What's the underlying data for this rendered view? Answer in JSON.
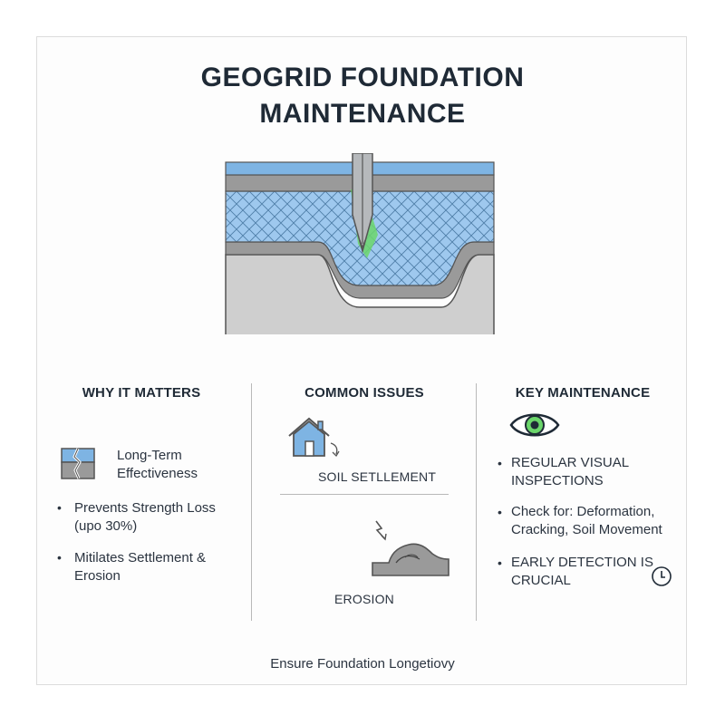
{
  "title_line1": "GEOGRID FOUNDATION",
  "title_line2": "MAINTENANCE",
  "colors": {
    "water_blue": "#7eb4e3",
    "grid_blue": "#9ec8ee",
    "soil_gray": "#9a9a9a",
    "base_gray": "#cfcfcf",
    "accent_green": "#6bd66b",
    "dark_navy": "#1f2a36"
  },
  "why": {
    "heading": "WHY IT MATTERS",
    "item1_line1": "Long-Term",
    "item1_line2": "Effectiveness",
    "item2_line1": "Prevents Strength Loss",
    "item2_line2": "(upo 30%)",
    "item3_line1": "Mitilates Settlement &",
    "item3_line2": "Erosion"
  },
  "issues": {
    "heading": "COMMON ISSUES",
    "settlement": "SOIL SETLLEMENT",
    "erosion": "EROSION"
  },
  "maintenance": {
    "heading": "KEY MAINTENANCE",
    "item1_line1": "REGULAR VISUAL",
    "item1_line2": "INSPECTIONS",
    "item2_line1": "Check for: Deformation,",
    "item2_line2": "Cracking, Soil Movement",
    "item3_line1": "EARLY DETECTION IS",
    "item3_line2": "CRUCIAL"
  },
  "footer": "Ensure Foundation Longetiovy"
}
